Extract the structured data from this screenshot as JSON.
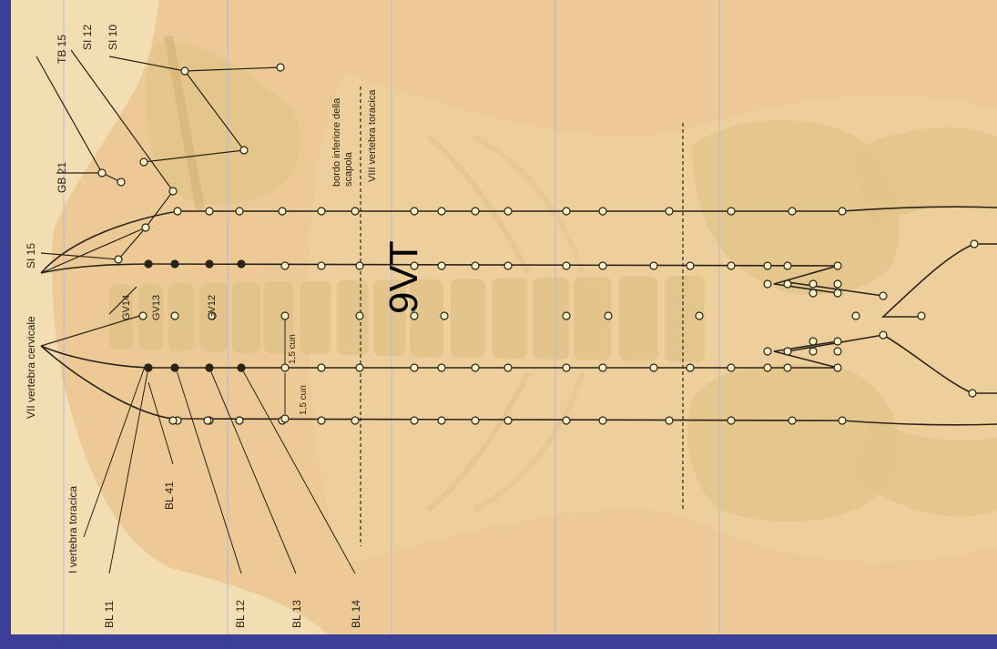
{
  "title_label": "9VT",
  "labels": {
    "tb15": "TB 15",
    "si12": "SI 12",
    "si10": "SI 10",
    "gb21": "GB 21",
    "si15": "SI 15",
    "vii_cervicale": "VII vertebra cervicale",
    "i_toracica": "I vertebra toracica",
    "bordo_scapola_1": "bordo inferiore della",
    "bordo_scapola_2": "scapola",
    "viii_toracica": "VIII vertebra toracica",
    "gv14": "GV14",
    "gv13": "GV13",
    "gv12": "GV12",
    "bl11": "BL 11",
    "bl12": "BL 12",
    "bl13": "BL 13",
    "bl14": "BL 14",
    "bl41": "BL 41",
    "cun_a": "1,5 cun",
    "cun_b": "1,5 cun"
  },
  "colors": {
    "frame": "#3b3f97",
    "paper": "#f3ddb3",
    "skin": "#ecc995",
    "bone": "#e2c48a",
    "line": "#2a2418",
    "point_fill": "#f7efc8",
    "guide": "#b7b7e6"
  }
}
